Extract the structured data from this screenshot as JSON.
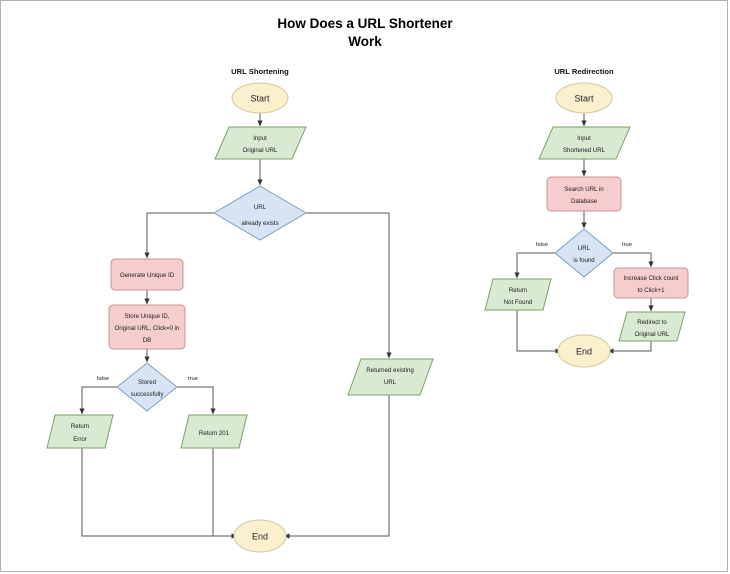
{
  "page": {
    "title_line1": "How Does a URL Shortener",
    "title_line2": "Work",
    "border_color": "#b0b0b0",
    "background": "#ffffff"
  },
  "palette": {
    "terminal_fill": "#faf0cd",
    "terminal_stroke": "#d4c89a",
    "io_fill": "#d8ead1",
    "io_stroke": "#7aa36a",
    "process_fill": "#f5cdcd",
    "process_stroke": "#cf9090",
    "decision_fill": "#d6e4f3",
    "decision_stroke": "#7f9dc0",
    "connector": "#555555"
  },
  "columns": [
    {
      "id": "shortening",
      "heading": "URL Shortening"
    },
    {
      "id": "redirection",
      "heading": "URL Redirection"
    }
  ],
  "shortening": {
    "start": "Start",
    "input_line1": "Input",
    "input_line2": "Original URL",
    "decision_exists_line1": "URL",
    "decision_exists_line2": "already exists",
    "generate_id": "Generate Unique ID",
    "store_line1": "Store Unique ID,",
    "store_line2": "Original URL,  Click=0 in",
    "store_line3": "DB",
    "decision_stored_line1": "Stored",
    "decision_stored_line2": "successfully",
    "label_false": "false",
    "label_true": "true",
    "return_error_line1": "Return",
    "return_error_line2": "Error",
    "return_201": "Return 201",
    "returned_existing_line1": "Returned existing",
    "returned_existing_line2": "URL",
    "end": "End"
  },
  "redirection": {
    "start": "Start",
    "input_line1": "Input",
    "input_line2": "Shortened URL",
    "search_line1": "Search URL in",
    "search_line2": "Database",
    "decision_found_line1": "URL",
    "decision_found_line2": "is found",
    "label_false": "false",
    "label_true": "true",
    "return_notfound_line1": "Return",
    "return_notfound_line2": "Not Found",
    "increase_line1": "Increase Click count",
    "increase_line2": "to Click+1",
    "redirect_line1": "Redirect to",
    "redirect_line2": "Original URL",
    "end": "End"
  }
}
